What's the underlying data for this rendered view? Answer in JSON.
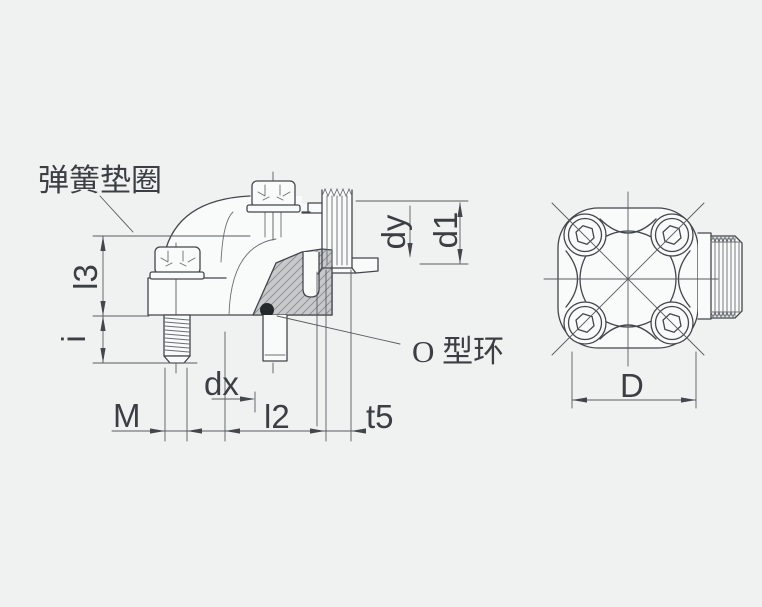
{
  "figure": {
    "type": "technical-drawing",
    "subject": "90-degree flange elbow fitting with O-ring and mounting bolts, side section view and front flange view",
    "background_color": "#f0f1f1",
    "line_color": "#43474c",
    "hatch_fill_color": "#c7c9cb",
    "o_ring_color": "#26292c",
    "labels": {
      "spring_washer": "弹簧垫圈",
      "o_ring": "O 型环",
      "l3": "l3",
      "i": "i",
      "M": "M",
      "dx": "dx",
      "l2": "l2",
      "t5": "t5",
      "dy": "dy",
      "d1": "d1",
      "D": "D"
    },
    "views": {
      "left": "sectioned side view of elbow with two socket-head cap screws, spring washers, male threaded stud, pilot pin and O-ring",
      "right": "front view of square flange with four socket-head screws and male threaded connector"
    }
  }
}
